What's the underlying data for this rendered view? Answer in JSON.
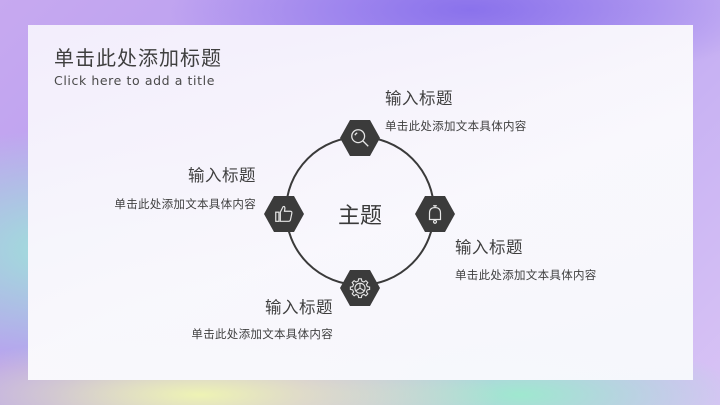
{
  "slide": {
    "title": "单击此处添加标题",
    "subtitle": "Click here to add a title"
  },
  "diagram": {
    "center_label": "主题",
    "nodes": [
      {
        "position": "top",
        "icon": "search-icon",
        "title": "输入标题",
        "description": "单击此处添加文本具体内容"
      },
      {
        "position": "left",
        "icon": "thumbs-up-icon",
        "title": "输入标题",
        "description": "单击此处添加文本具体内容"
      },
      {
        "position": "right",
        "icon": "bell-icon",
        "title": "输入标题",
        "description": "单击此处添加文本具体内容"
      },
      {
        "position": "bottom",
        "icon": "gear-icon",
        "title": "输入标题",
        "description": "单击此处添加文本具体内容"
      }
    ]
  },
  "colors": {
    "icon_fill": "#3b3b3b",
    "text": "#3f3f3f",
    "ring": "#3a3a3a"
  }
}
